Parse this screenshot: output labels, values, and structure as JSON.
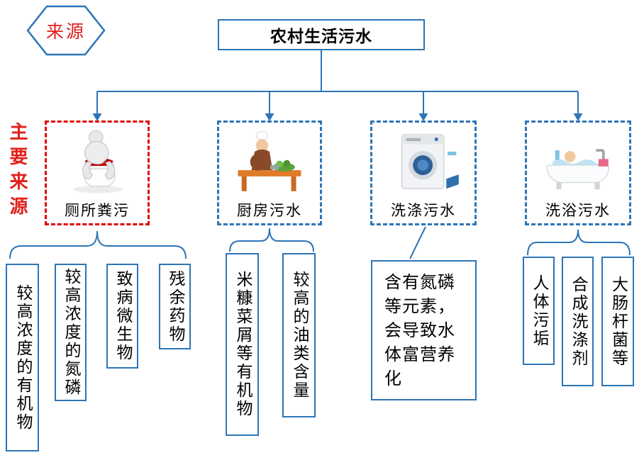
{
  "badge": {
    "label": "来源"
  },
  "root": {
    "label": "农村生活污水"
  },
  "side_label": "主要来源",
  "categories": [
    {
      "label": "厕所粪污",
      "icon": "toilet-person-icon",
      "border_color": "#e00000",
      "children": [
        "较高浓度的有机物",
        "较高浓度的氮磷",
        "致病微生物",
        "残余药物"
      ]
    },
    {
      "label": "厨房污水",
      "icon": "kitchen-cooking-icon",
      "border_color": "#2e75b6",
      "children": [
        "米糠菜屑等有机物",
        "较高的油类含量"
      ]
    },
    {
      "label": "洗涤污水",
      "icon": "washing-machine-icon",
      "border_color": "#2e75b6",
      "children": [
        "含有氮磷等元素，会导致水体富营养化"
      ]
    },
    {
      "label": "洗浴污水",
      "icon": "bathtub-icon",
      "border_color": "#2e75b6",
      "children": [
        "人体污垢",
        "合成洗涤剂",
        "大肠杆菌等"
      ]
    }
  ],
  "colors": {
    "line_blue": "#2e75b6",
    "accent_red": "#e00000",
    "text": "#000000"
  }
}
